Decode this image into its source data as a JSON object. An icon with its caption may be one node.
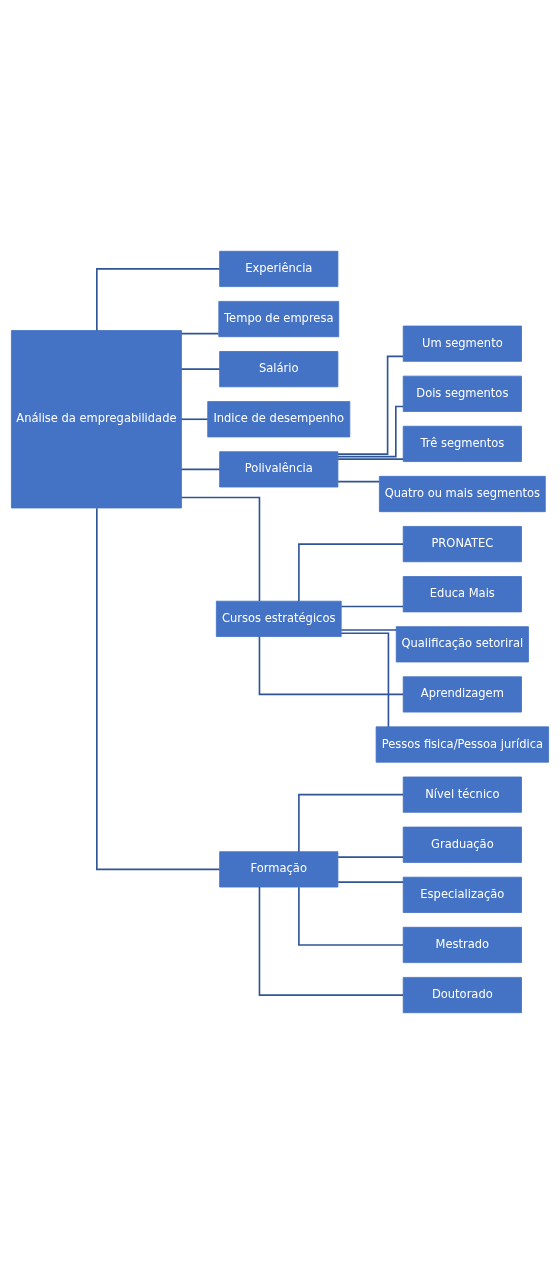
{
  "diagram": {
    "nodes": [
      {
        "text": [
          "Análise da empregabilidade"
        ]
      },
      {
        "text": [
          "Experiência"
        ]
      },
      {
        "text": [
          "Tempo de empresa"
        ]
      },
      {
        "text": [
          "Salário"
        ]
      },
      {
        "text": [
          "Indice de desempenho"
        ]
      },
      {
        "text": [
          "Polivalência"
        ]
      },
      {
        "text": [
          "Cursos estratégicos"
        ]
      },
      {
        "text": [
          "Formação"
        ]
      },
      {
        "text": [
          "Um segmento"
        ]
      },
      {
        "text": [
          "Dois segmentos"
        ]
      },
      {
        "text": [
          "Trê segmentos"
        ]
      },
      {
        "text": [
          "Quatro ou mais segmentos"
        ]
      },
      {
        "text": [
          "PRONATEC"
        ]
      },
      {
        "text": [
          "Educa Mais"
        ]
      },
      {
        "text": [
          "Qualificação setoriral"
        ]
      },
      {
        "text": [
          "Aprendizagem"
        ]
      },
      {
        "text": [
          "Pessos fisica/Pessoa jurídica"
        ]
      },
      {
        "text": [
          "Nível técnico"
        ]
      },
      {
        "text": [
          "Graduação"
        ]
      },
      {
        "text": [
          "Especialização"
        ]
      },
      {
        "text": [
          "Mestrado"
        ]
      },
      {
        "text": [
          "Doutorado"
        ]
      }
    ],
    "edges": [
      {
        "from": 0,
        "to": 1,
        "arrow": "none"
      },
      {
        "from": 0,
        "to": 2,
        "arrow": "none"
      },
      {
        "from": 0,
        "to": 3,
        "arrow": "none"
      },
      {
        "from": 0,
        "to": 4,
        "arrow": "none"
      },
      {
        "from": 0,
        "to": 5,
        "arrow": "none"
      },
      {
        "from": 0,
        "to": 6,
        "arrow": "none"
      },
      {
        "from": 0,
        "to": 7,
        "arrow": "none"
      },
      {
        "from": 5,
        "to": 8,
        "arrow": "none"
      },
      {
        "from": 5,
        "to": 9,
        "arrow": "none"
      },
      {
        "from": 5,
        "to": 10,
        "arrow": "none"
      },
      {
        "from": 5,
        "to": 11,
        "arrow": "none"
      },
      {
        "from": 6,
        "to": 12,
        "arrow": "none"
      },
      {
        "from": 6,
        "to": 13,
        "arrow": "none"
      },
      {
        "from": 6,
        "to": 14,
        "arrow": "none"
      },
      {
        "from": 6,
        "to": 15,
        "arrow": "none"
      },
      {
        "from": 6,
        "to": 16,
        "arrow": "none"
      },
      {
        "from": 7,
        "to": 17,
        "arrow": "none"
      },
      {
        "from": 7,
        "to": 18,
        "arrow": "none"
      },
      {
        "from": 7,
        "to": 19,
        "arrow": "none"
      },
      {
        "from": 7,
        "to": 20,
        "arrow": "none"
      },
      {
        "from": 7,
        "to": 21,
        "arrow": "none"
      }
    ]
  }
}
